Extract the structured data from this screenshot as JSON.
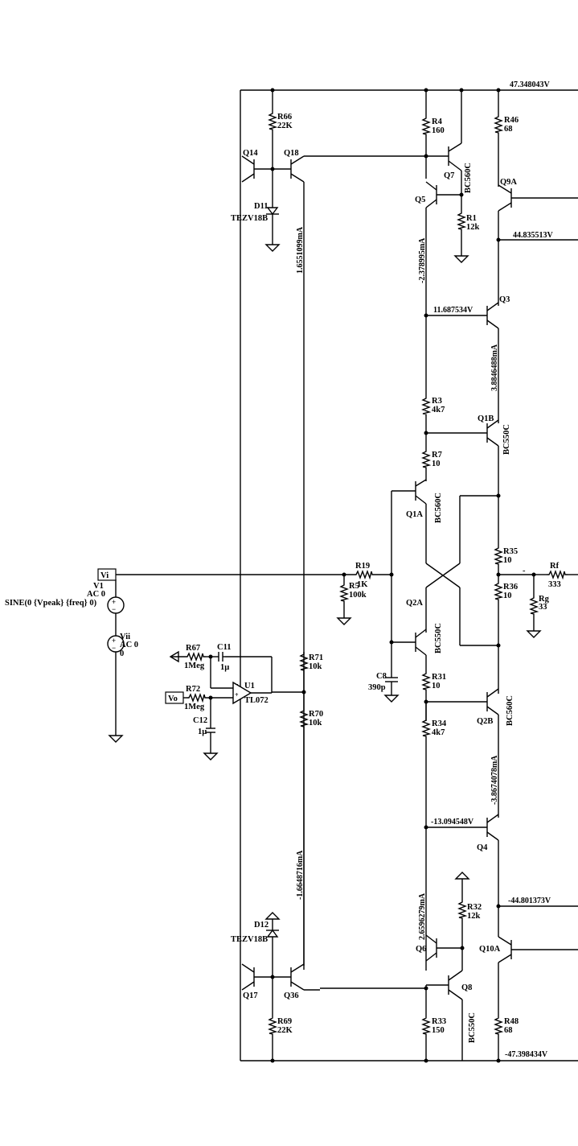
{
  "components": {
    "R66": {
      "ref": "R66",
      "value": "22K"
    },
    "R4": {
      "ref": "R4",
      "value": "160"
    },
    "R46": {
      "ref": "R46",
      "value": "68"
    },
    "R1": {
      "ref": "R1",
      "value": "12k"
    },
    "R3": {
      "ref": "R3",
      "value": "4k7"
    },
    "R7": {
      "ref": "R7",
      "value": "10"
    },
    "R35": {
      "ref": "R35",
      "value": "10"
    },
    "R36": {
      "ref": "R36",
      "value": "10"
    },
    "Rf": {
      "ref": "Rf",
      "value": "333"
    },
    "Rg": {
      "ref": "Rg",
      "value": "33"
    },
    "R19": {
      "ref": "R19",
      "value": "1K"
    },
    "R5": {
      "ref": "R5",
      "value": "100k"
    },
    "R67": {
      "ref": "R67",
      "value": "1Meg"
    },
    "R72": {
      "ref": "R72",
      "value": "1Meg"
    },
    "R71": {
      "ref": "R71",
      "value": "10k"
    },
    "R70": {
      "ref": "R70",
      "value": "10k"
    },
    "R31": {
      "ref": "R31",
      "value": "10"
    },
    "R34": {
      "ref": "R34",
      "value": "4k7"
    },
    "R32": {
      "ref": "R32",
      "value": "12k"
    },
    "R33": {
      "ref": "R33",
      "value": "150"
    },
    "R48": {
      "ref": "R48",
      "value": "68"
    },
    "R69": {
      "ref": "R69",
      "value": "22K"
    },
    "C11": {
      "ref": "C11",
      "value": "1µ"
    },
    "C12": {
      "ref": "C12",
      "value": "1µ"
    },
    "C8": {
      "ref": "C8",
      "value": "390p"
    },
    "D11": {
      "ref": "D11",
      "value": "TEZV18B"
    },
    "D12": {
      "ref": "D12",
      "value": "TEZV18B"
    },
    "U1": {
      "ref": "U1",
      "value": "TL072"
    },
    "V1": {
      "ref": "V1",
      "ac": "AC 0",
      "value": "SINE(0 {Vpeak} {freq} 0)"
    },
    "Vii": {
      "ref": "Vii",
      "ac": "AC 0",
      "value": "0"
    }
  },
  "transistors": {
    "Q14": "Q14",
    "Q18": "Q18",
    "Q7": "Q7",
    "Q7_model": "BC560C",
    "Q5": "Q5",
    "Q9A": "Q9A",
    "Q3": "Q3",
    "Q1B": "Q1B",
    "Q1B_model": "BC550C",
    "Q1A": "Q1A",
    "Q1A_model": "BC560C",
    "Q2A": "Q2A",
    "Q2A_model": "BC550C",
    "Q2B": "Q2B",
    "Q2B_model": "BC560C",
    "Q4": "Q4",
    "Q6": "Q6",
    "Q8": "Q8",
    "Q8_model": "BC550C",
    "Q10A": "Q10A",
    "Q17": "Q17",
    "Q36": "Q36"
  },
  "ports": {
    "vi": "Vi",
    "vo": "Vo"
  },
  "annotations": {
    "v_top": "47.348043V",
    "v_q9a_e": "44.835513V",
    "v_q3": "11.687534V",
    "v_q4": "-13.094548V",
    "v_q10a_e": "-44.801373V",
    "v_bottom": "-47.398434V",
    "i_q18": "1.6551099mA",
    "i_q5": "-2.378995mA",
    "i_q3": "3.8846488mA",
    "i_q36": "-1.6648716mA",
    "i_q2b": "-3.8674078mA",
    "i_q6": "2.6596279mA",
    "minus_sign": "-"
  }
}
